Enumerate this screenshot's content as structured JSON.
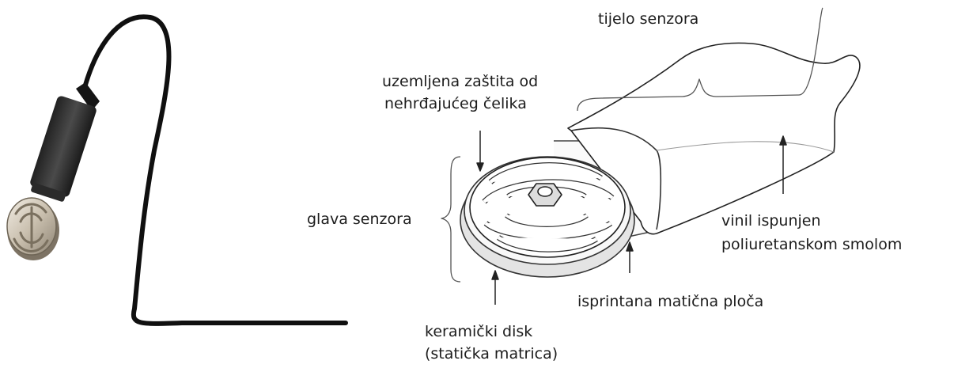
{
  "labels": {
    "body": "tijelo senzora",
    "shield_line1": "uzemljena zaštita od",
    "shield_line2": "nehrđajućeg čelika",
    "head": "glava senzora",
    "vinyl_line1": "vinil ispunjen",
    "vinyl_line2": "poliuretanskom smolom",
    "board": "isprintana matična ploča",
    "disk_line1": "keramički disk",
    "disk_line2": "(statička matrica)"
  }
}
